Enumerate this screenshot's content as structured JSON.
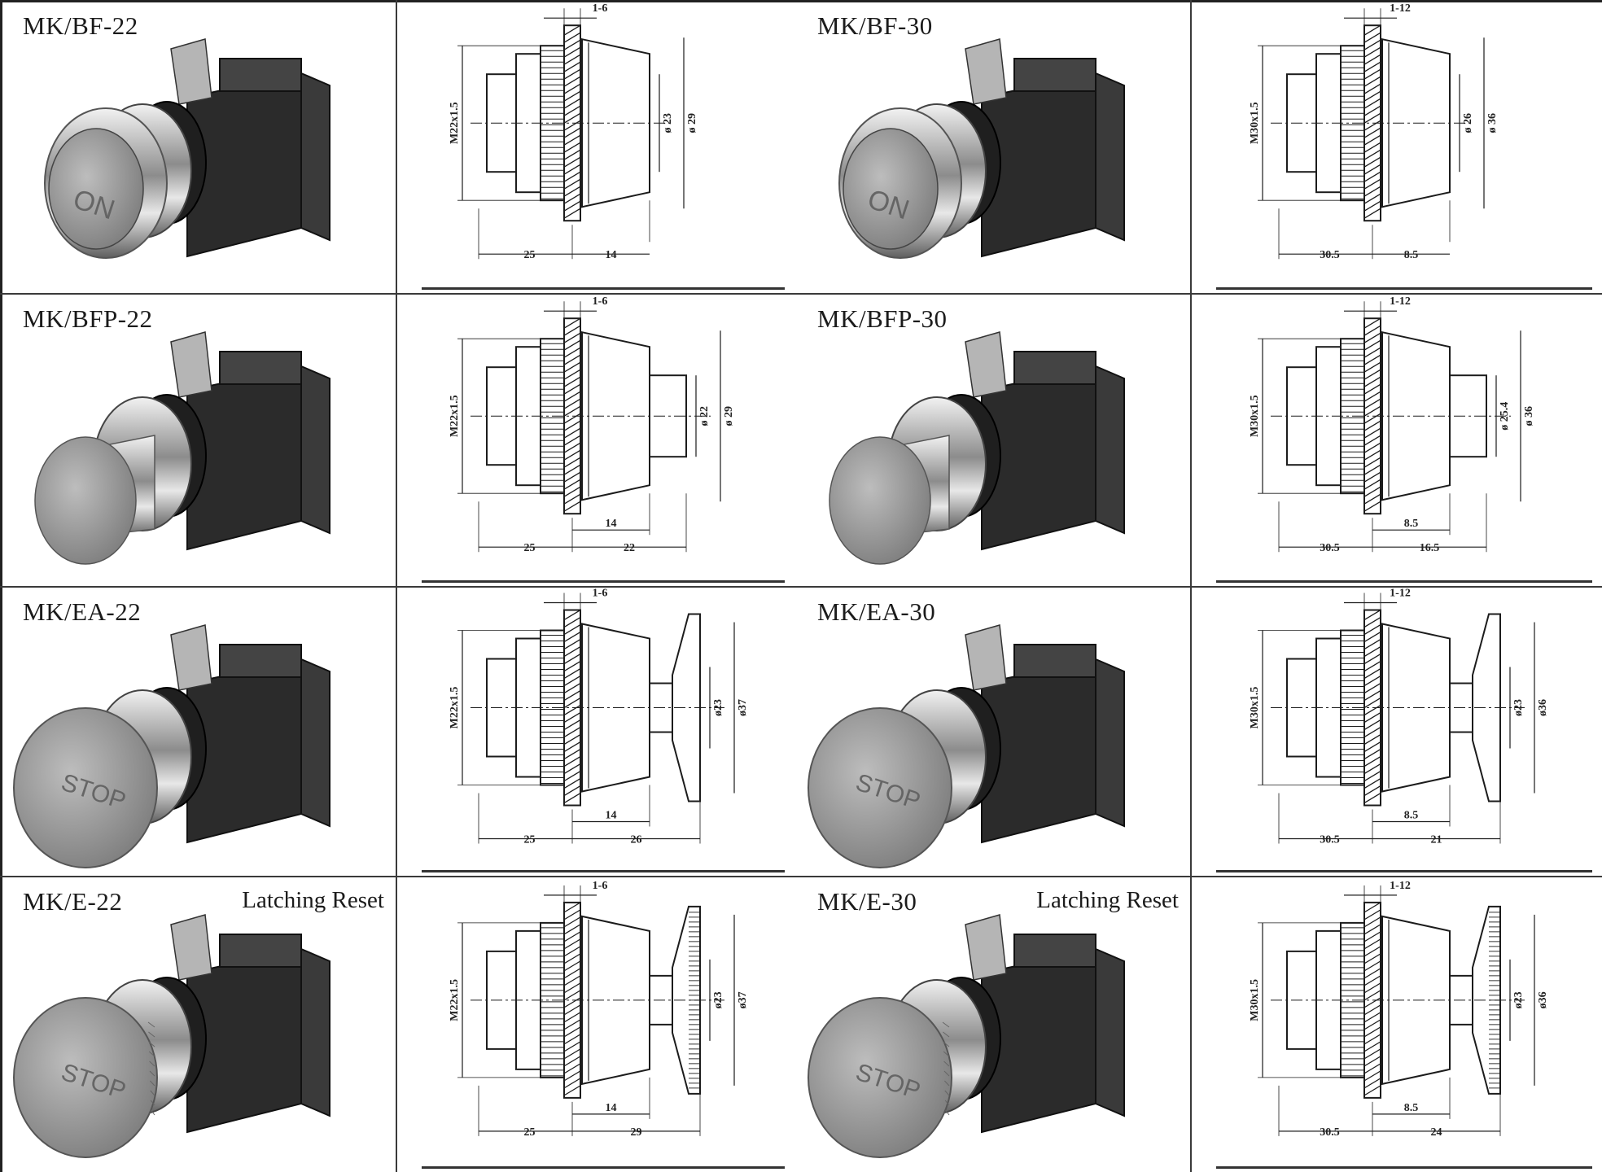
{
  "rows": [
    {
      "left": {
        "model": "MK/BF-22",
        "note": "",
        "cap_kind": "flush",
        "cap_text": "ON"
      },
      "left_drawing": {
        "pitch": "1-6",
        "thread": "M22x1.5",
        "d_inner": "ø 23",
        "d_outer": "ø 29",
        "len_a": "25",
        "len_b": "14",
        "len_c": ""
      },
      "right": {
        "model": "MK/BF-30",
        "note": "",
        "cap_kind": "flush",
        "cap_text": "ON"
      },
      "right_drawing": {
        "pitch": "1-12",
        "thread": "M30x1.5",
        "d_inner": "ø 26",
        "d_outer": "ø 36",
        "len_a": "30.5",
        "len_b": "8.5",
        "len_c": ""
      }
    },
    {
      "left": {
        "model": "MK/BFP-22",
        "note": "",
        "cap_kind": "extended",
        "cap_text": ""
      },
      "left_drawing": {
        "pitch": "1-6",
        "thread": "M22x1.5",
        "d_inner": "ø 22",
        "d_outer": "ø 29",
        "len_a": "25",
        "len_b": "14",
        "len_c": "22"
      },
      "right": {
        "model": "MK/BFP-30",
        "note": "",
        "cap_kind": "extended",
        "cap_text": ""
      },
      "right_drawing": {
        "pitch": "1-12",
        "thread": "M30x1.5",
        "d_inner": "ø 25.4",
        "d_outer": "ø 36",
        "len_a": "30.5",
        "len_b": "8.5",
        "len_c": "16.5"
      }
    },
    {
      "left": {
        "model": "MK/EA-22",
        "note": "",
        "cap_kind": "mushroom",
        "cap_text": "STOP"
      },
      "left_drawing": {
        "pitch": "1-6",
        "thread": "M22x1.5",
        "d_inner": "ø23",
        "d_outer": "ø37",
        "len_a": "25",
        "len_b": "14",
        "len_c": "26"
      },
      "right": {
        "model": "MK/EA-30",
        "note": "",
        "cap_kind": "mushroom",
        "cap_text": "STOP"
      },
      "right_drawing": {
        "pitch": "1-12",
        "thread": "M30x1.5",
        "d_inner": "ø23",
        "d_outer": "ø36",
        "len_a": "30.5",
        "len_b": "8.5",
        "len_c": "21"
      }
    },
    {
      "left": {
        "model": "MK/E-22",
        "note": "Latching Reset",
        "cap_kind": "mushroom-ribbed",
        "cap_text": "STOP"
      },
      "left_drawing": {
        "pitch": "1-6",
        "thread": "M22x1.5",
        "d_inner": "ø23",
        "d_outer": "ø37",
        "len_a": "25",
        "len_b": "14",
        "len_c": "29"
      },
      "right": {
        "model": "MK/E-30",
        "note": "Latching Reset",
        "cap_kind": "mushroom-ribbed",
        "cap_text": "STOP"
      },
      "right_drawing": {
        "pitch": "1-12",
        "thread": "M30x1.5",
        "d_inner": "ø23",
        "d_outer": "ø36",
        "len_a": "30.5",
        "len_b": "8.5",
        "len_c": "24"
      }
    }
  ]
}
